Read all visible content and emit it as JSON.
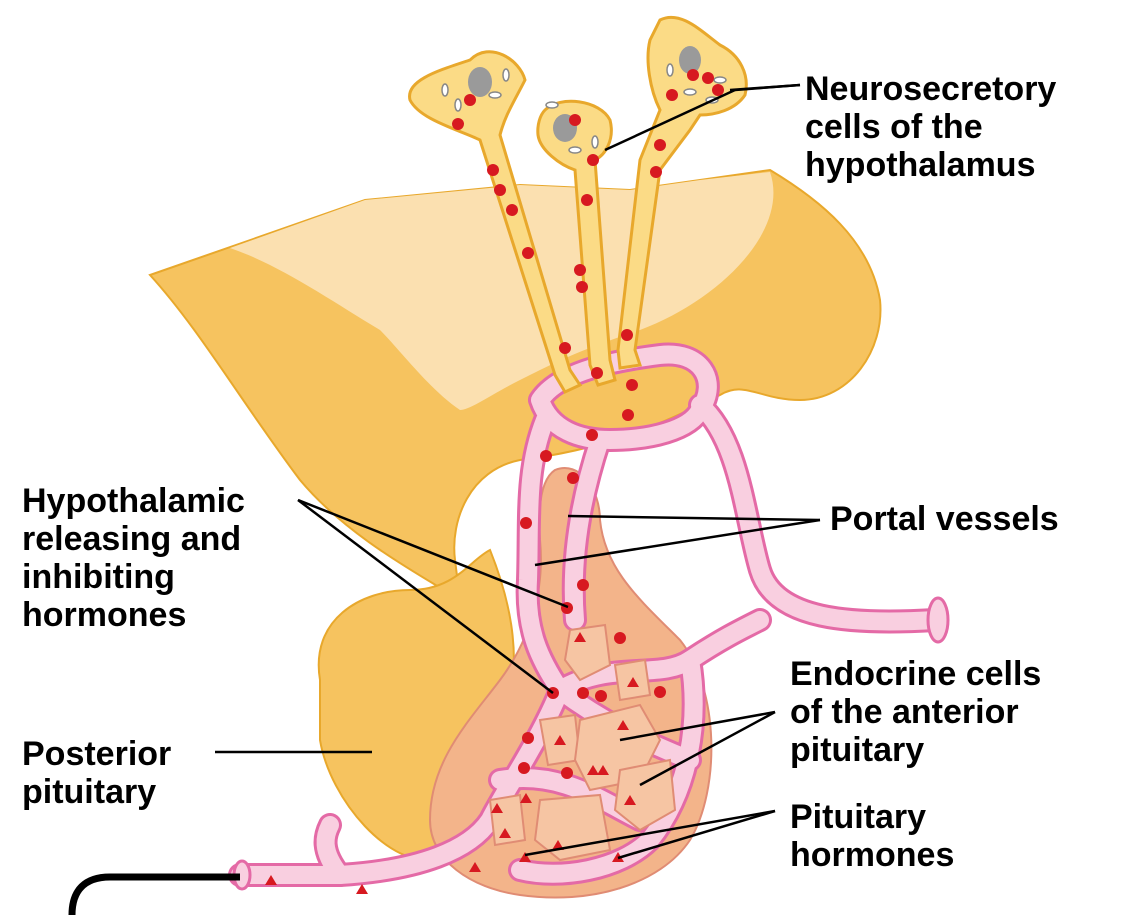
{
  "labels": {
    "neurosecretory": "Neurosecretory\ncells of the\nhypothalamus",
    "hypothalamic_hormones": "Hypothalamic\nreleasing and\ninhibiting\nhormones",
    "portal_vessels": "Portal vessels",
    "endocrine_cells": "Endocrine cells\nof the anterior\npituitary",
    "posterior_pituitary": "Posterior\npituitary",
    "pituitary_hormones": "Pituitary\nhormones"
  },
  "colors": {
    "hypothalamus": "#F6C35F",
    "hypothalamus_light": "#FBE0B0",
    "neuron_fill": "#FBDB86",
    "neuron_stroke": "#E8A82C",
    "vessel_fill": "#F9CFE0",
    "vessel_stroke": "#E46AA6",
    "anterior_pituitary": "#F3B48A",
    "cell_fill": "#F6C5A3",
    "cell_stroke": "#E08C74",
    "hormone_dot": "#D71920",
    "nucleus": "#9A9A9A",
    "leader_line": "#000000"
  }
}
